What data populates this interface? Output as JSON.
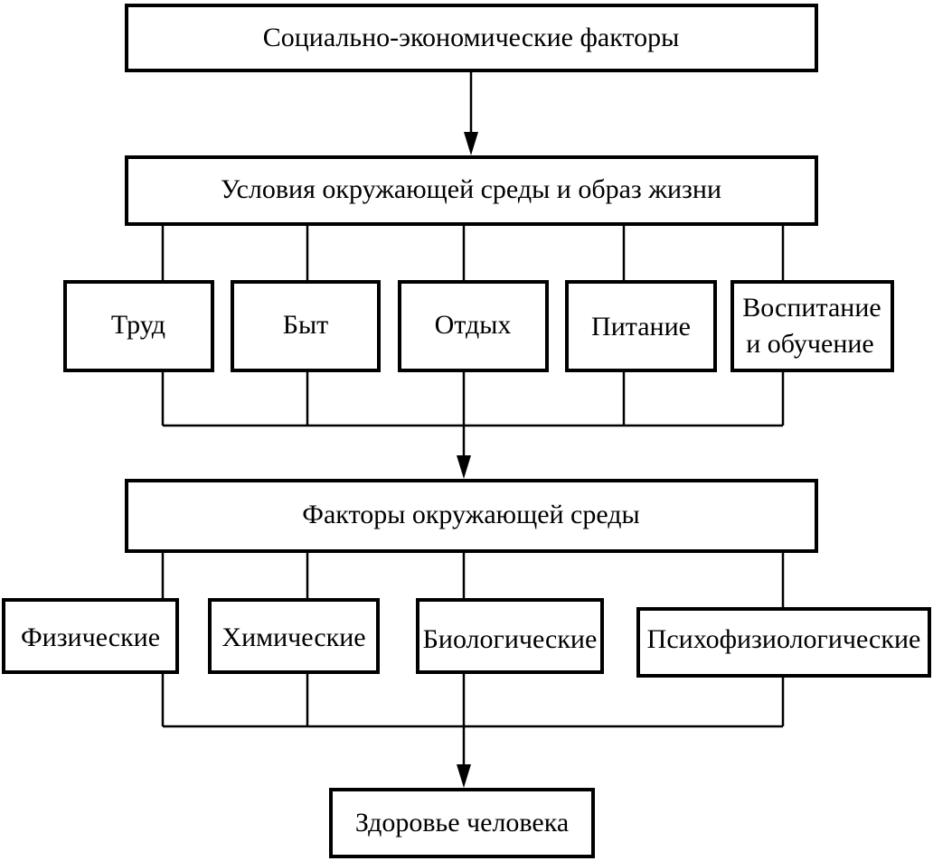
{
  "nodes": {
    "socioeconomic": "Социально-экономические факторы",
    "conditions": "Условия окружающей среды и образ жизни",
    "work": "Труд",
    "daily_life": "Быт",
    "rest": "Отдых",
    "nutrition": "Питание",
    "upbringing_line1": "Воспитание",
    "upbringing_line2": "и обучение",
    "env_factors": "Факторы окружающей среды",
    "physical": "Физические",
    "chemical": "Химические",
    "biological": "Биологические",
    "psychophysiological": "Психофизиологические",
    "health": "Здоровье человека"
  }
}
